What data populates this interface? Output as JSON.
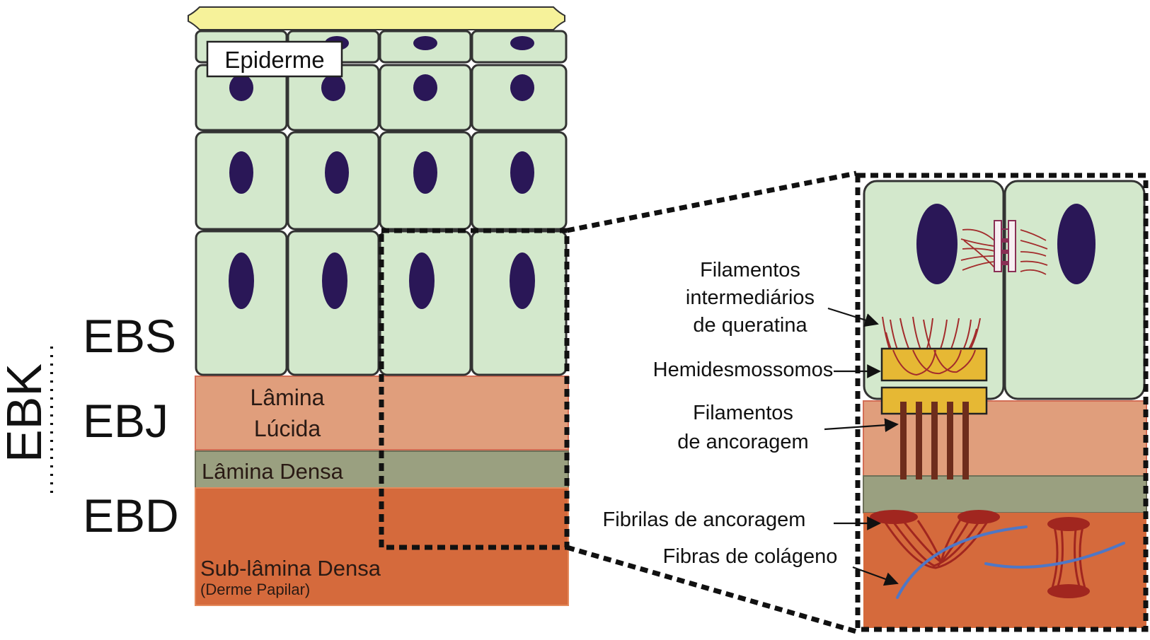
{
  "labels": {
    "epiderme": "Epiderme",
    "ebs": "EBS",
    "ebj": "EBJ",
    "ebd": "EBD",
    "ebk": "EBK",
    "lamina_lucida_1": "Lâmina",
    "lamina_lucida_2": "Lúcida",
    "lamina_densa": "Lâmina Densa",
    "sub_lamina_densa": "Sub-lâmina Densa",
    "derme_papilar": "(Derme Papilar)",
    "filamentos_intermediarios_1": "Filamentos",
    "filamentos_intermediarios_2": "intermediários",
    "filamentos_intermediarios_3": "de queratina",
    "hemidesmossomos": "Hemidesmossomos",
    "filamentos_ancoragem_1": "Filamentos",
    "filamentos_ancoragem_2": "de ancoragem",
    "fibrilas_ancoragem": "Fibrilas de ancoragem",
    "fibras_colageno": "Fibras de colágeno"
  },
  "colors": {
    "cell_fill": "#d3e8cc",
    "cell_stroke": "#333333",
    "nucleus": "#2a1757",
    "stratum_corneum": "#f6f29a",
    "lamina_lucida": "#e09e7c",
    "lamina_densa": "#9aa080",
    "sub_lamina_densa": "#d56a3c",
    "hemidesmosome": "#e6b834",
    "keratin": "#a32c2c",
    "anchoring_filament": "#6e2d1c",
    "anchoring_fibril": "#a1261f",
    "collagen": "#4e77c6"
  }
}
